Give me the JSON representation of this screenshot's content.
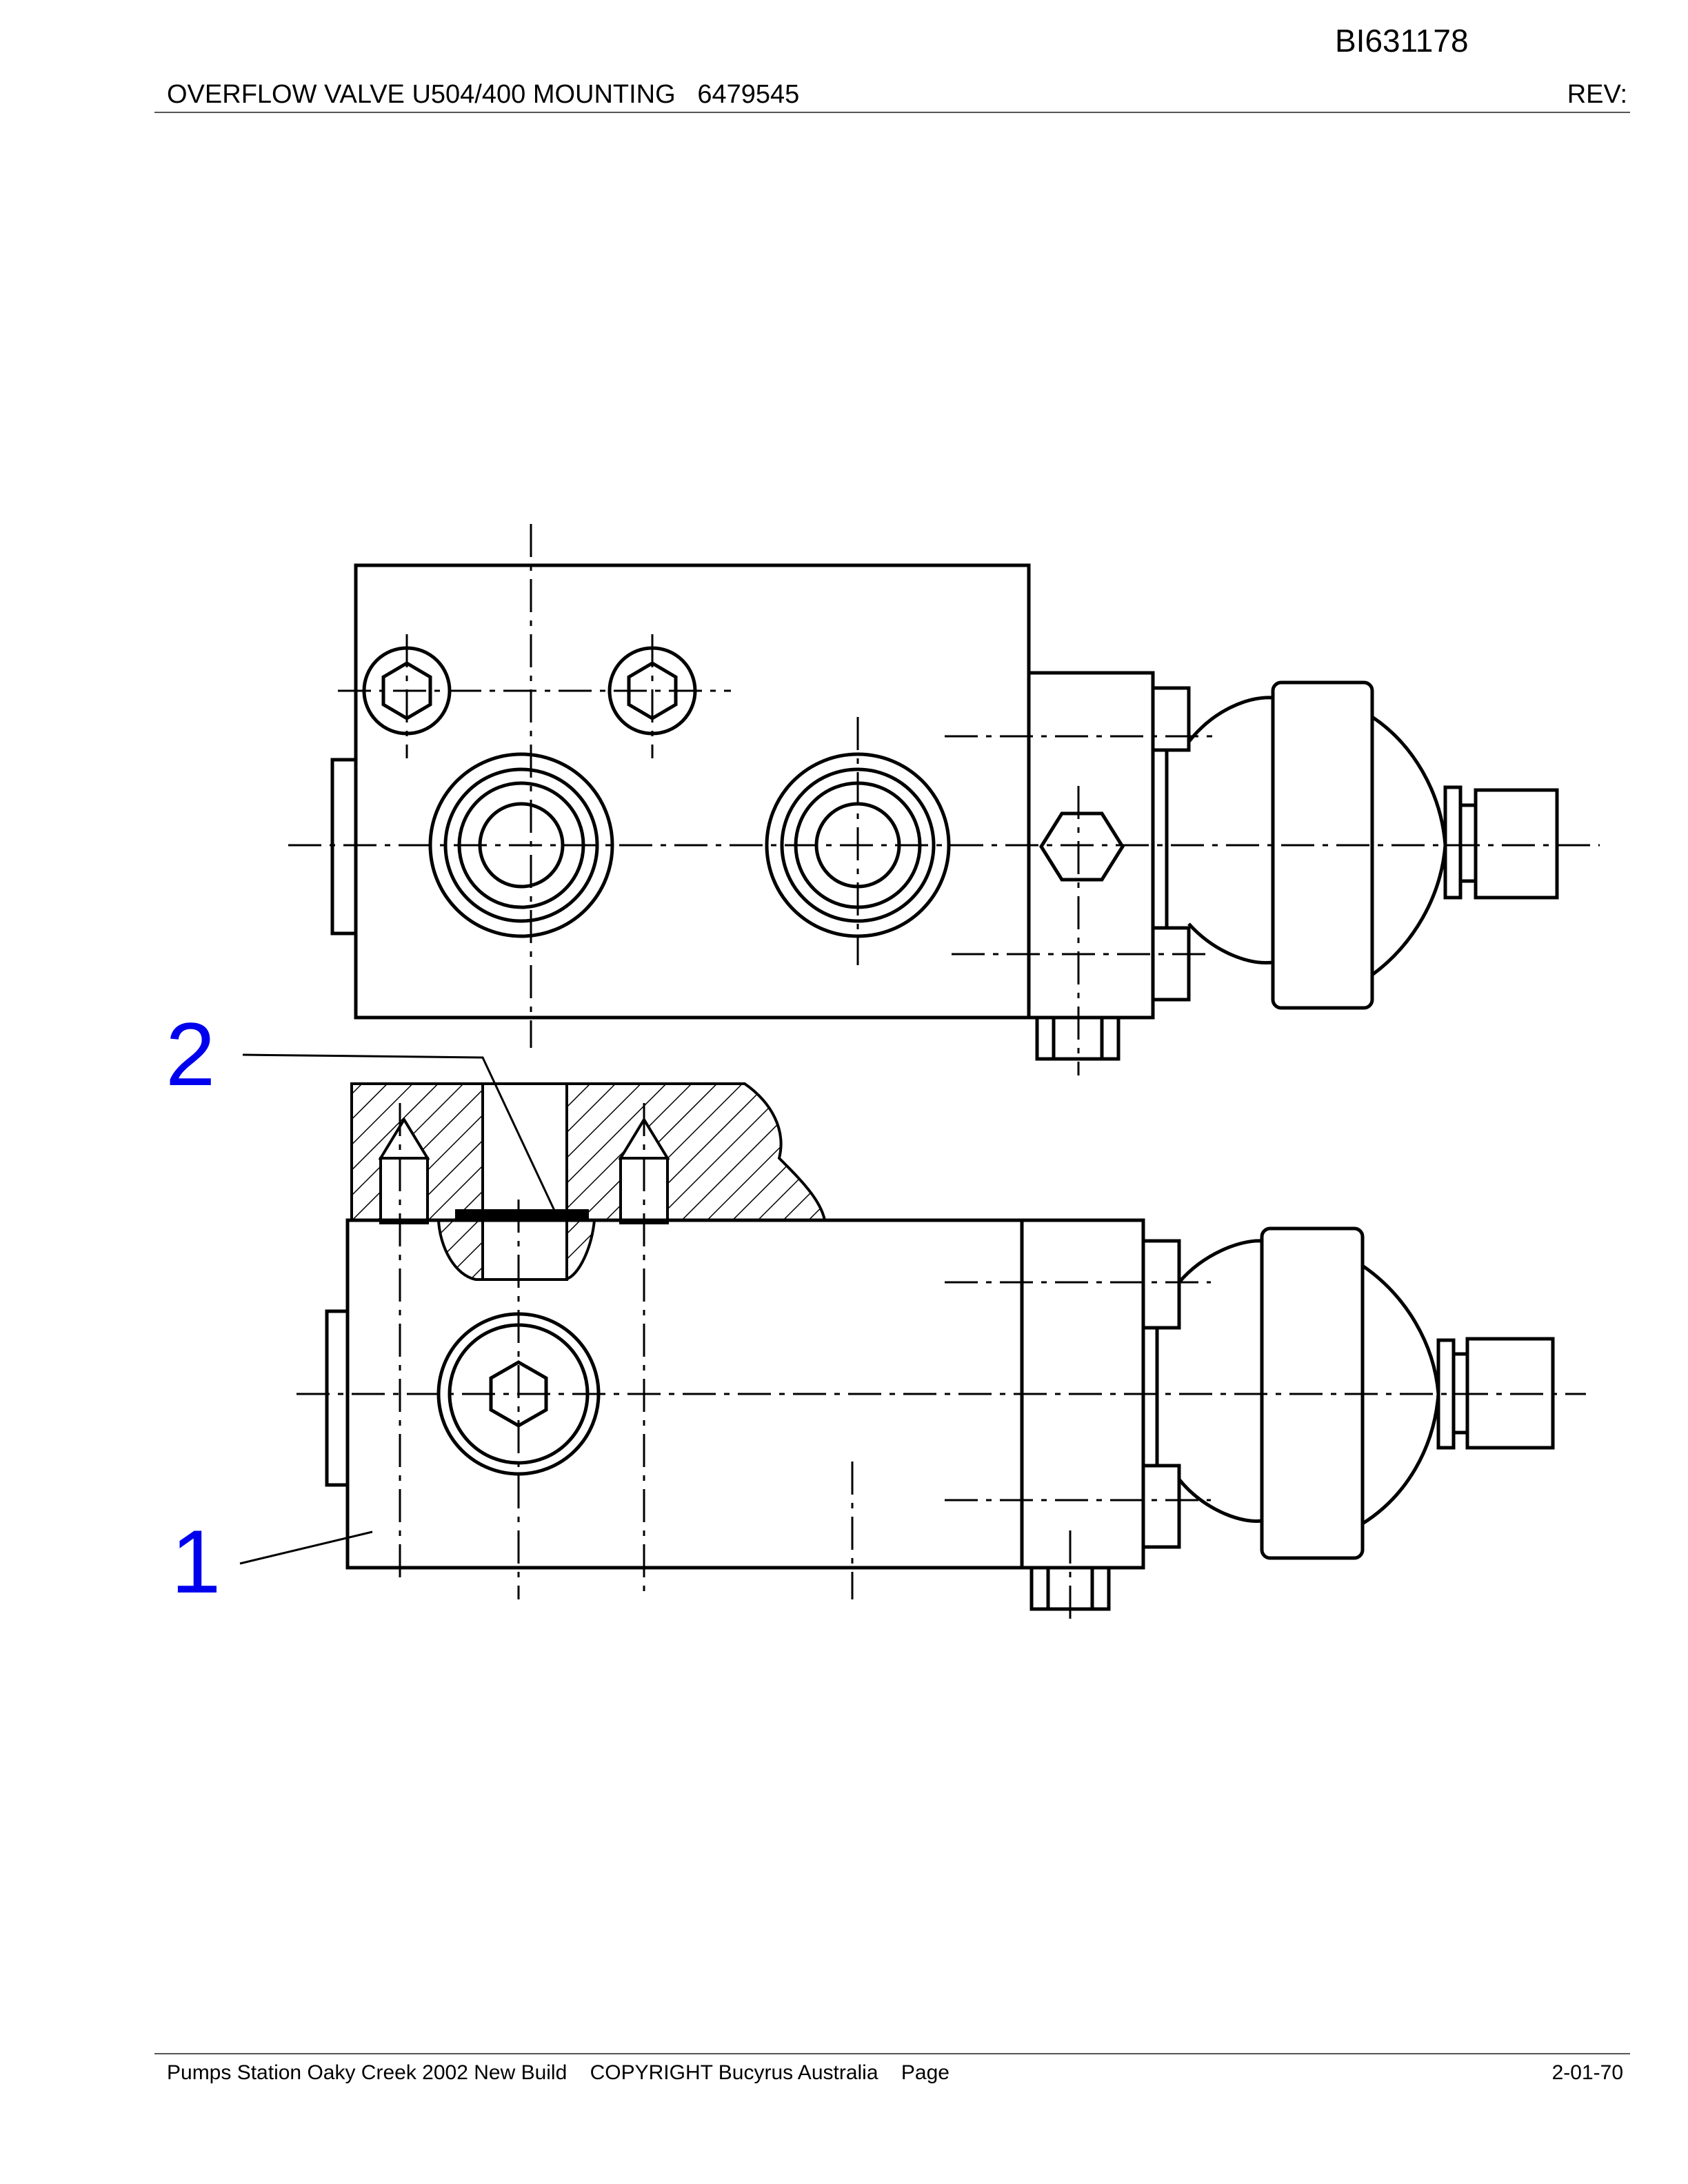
{
  "header": {
    "doc_id": "BI631178",
    "title": "OVERFLOW VALVE U504/400 MOUNTING   6479545",
    "rev_label": "REV:"
  },
  "drawing": {
    "callouts": [
      {
        "number": "2"
      },
      {
        "number": "1"
      }
    ]
  },
  "footer": {
    "text": "Pumps Station Oaky Creek 2002 New Build    COPYRIGHT Bucyrus Australia    Page",
    "page_number": "2-01-70"
  },
  "colors": {
    "callout": "#0000ee",
    "line": "#000000"
  }
}
